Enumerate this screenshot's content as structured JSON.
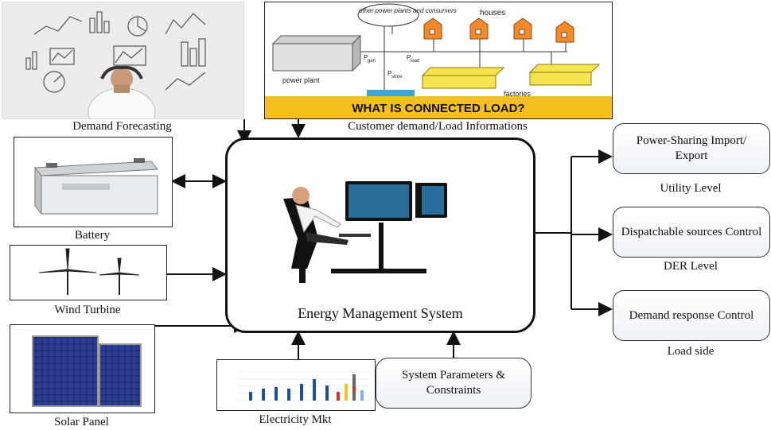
{
  "inputs": {
    "demand_forecasting": "Demand Forecasting",
    "customer_demand": "Customer demand/Load Informations",
    "battery": "Battery",
    "wind_turbine": "Wind Turbine",
    "solar_panel": "Solar Panel",
    "electricity_mkt": "Electricity Mkt",
    "system_parameters": "System Parameters & Constraints"
  },
  "center": {
    "title": "Energy Management System"
  },
  "connected_load": {
    "other_plants": "other power plants and consumers",
    "houses": "houses",
    "power_plant": "power plant",
    "factories": "factories",
    "p_gen": "P",
    "p_gen_sub": "gen",
    "p_load": "P",
    "p_load_sub": "load",
    "p_store": "P",
    "p_store_sub": "store",
    "banner": "WHAT IS CONNECTED LOAD?"
  },
  "outputs": [
    {
      "box": "Power-Sharing Import/ Export",
      "level": "Utility Level"
    },
    {
      "box": "Dispatchable sources Control",
      "level": "DER Level"
    },
    {
      "box": "Demand response Control",
      "level": "Load side"
    }
  ],
  "colors": {
    "banner": "#f6be1e",
    "house": "#f08a2a",
    "factory": "#f7e34d",
    "bar": "#1f4e9c"
  }
}
